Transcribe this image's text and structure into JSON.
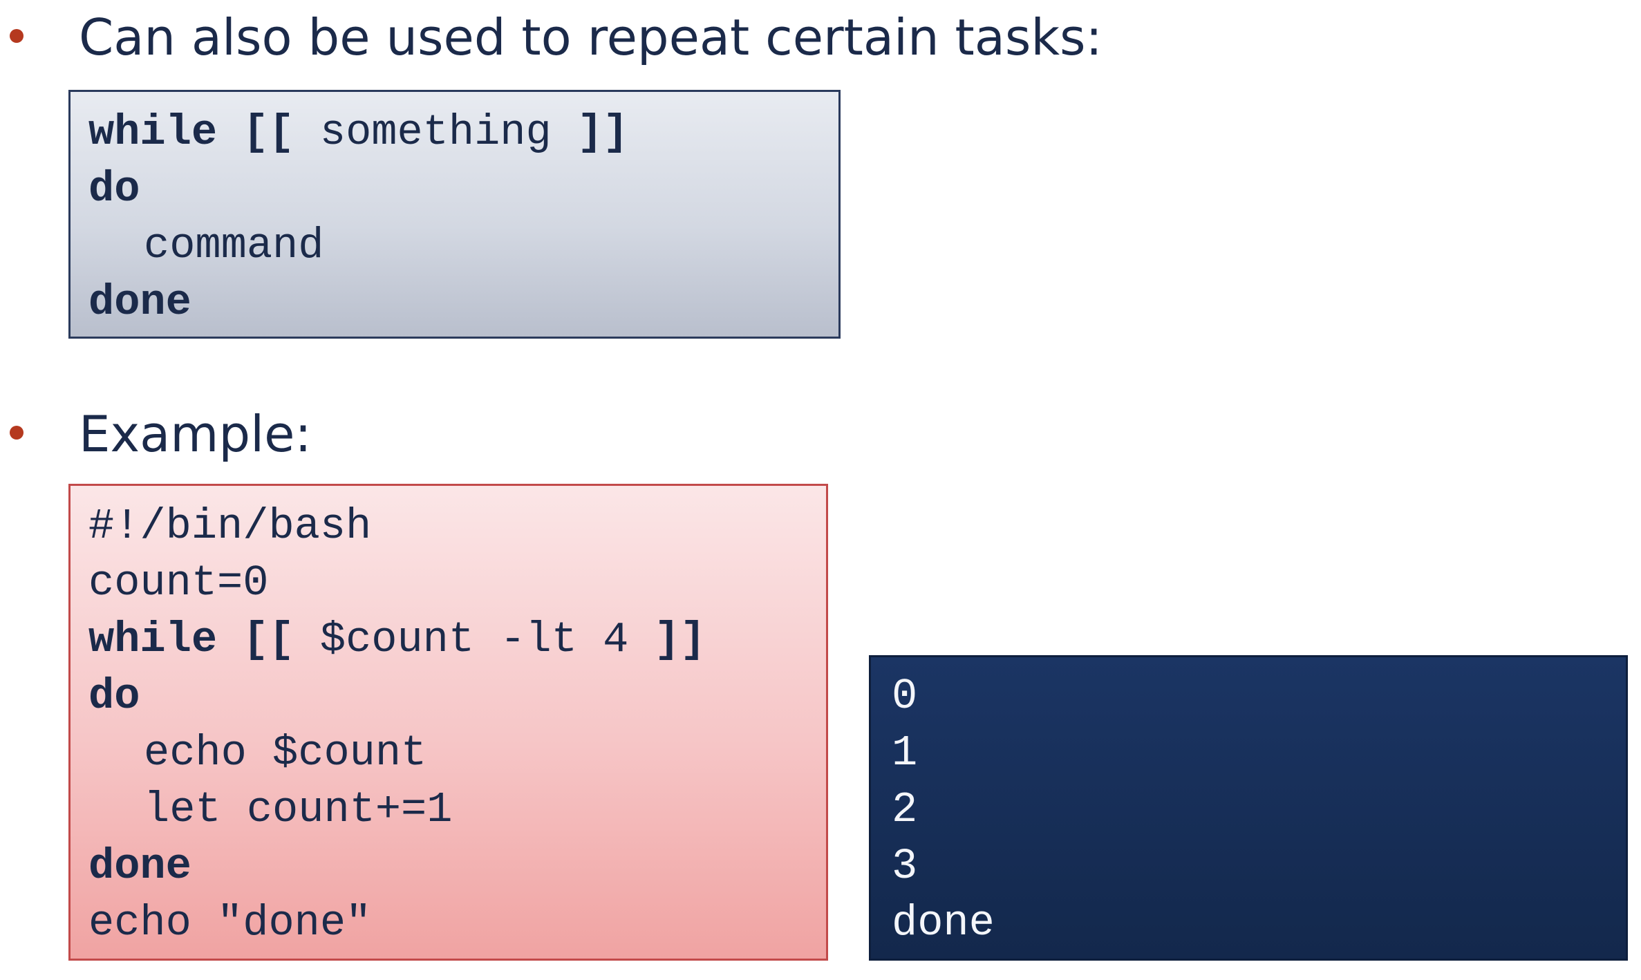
{
  "bullets": [
    {
      "text": "Can also be used to repeat certain tasks:"
    },
    {
      "text": "Example:"
    }
  ],
  "syntax_block": {
    "lines": [
      {
        "kw1": "while [[",
        "mid": " something ",
        "kw2": "]]"
      },
      {
        "kw": "do"
      },
      {
        "text": "command"
      },
      {
        "kw": "done"
      }
    ]
  },
  "example_block": {
    "lines": [
      {
        "text": "#!/bin/bash"
      },
      {
        "text": "count=0"
      },
      {
        "kw1": "while [[",
        "mid": " $count -lt 4 ",
        "kw2": "]]"
      },
      {
        "kw": "do"
      },
      {
        "text": "echo $count"
      },
      {
        "text": "let count+=1"
      },
      {
        "kw": "done"
      },
      {
        "text": "echo \"done\""
      }
    ]
  },
  "output_block": {
    "lines": [
      "0",
      "1",
      "2",
      "3",
      "done"
    ]
  },
  "colors": {
    "bullet": "#b5391f",
    "heading_text": "#1b2a4a",
    "output_background": "#16305a"
  }
}
